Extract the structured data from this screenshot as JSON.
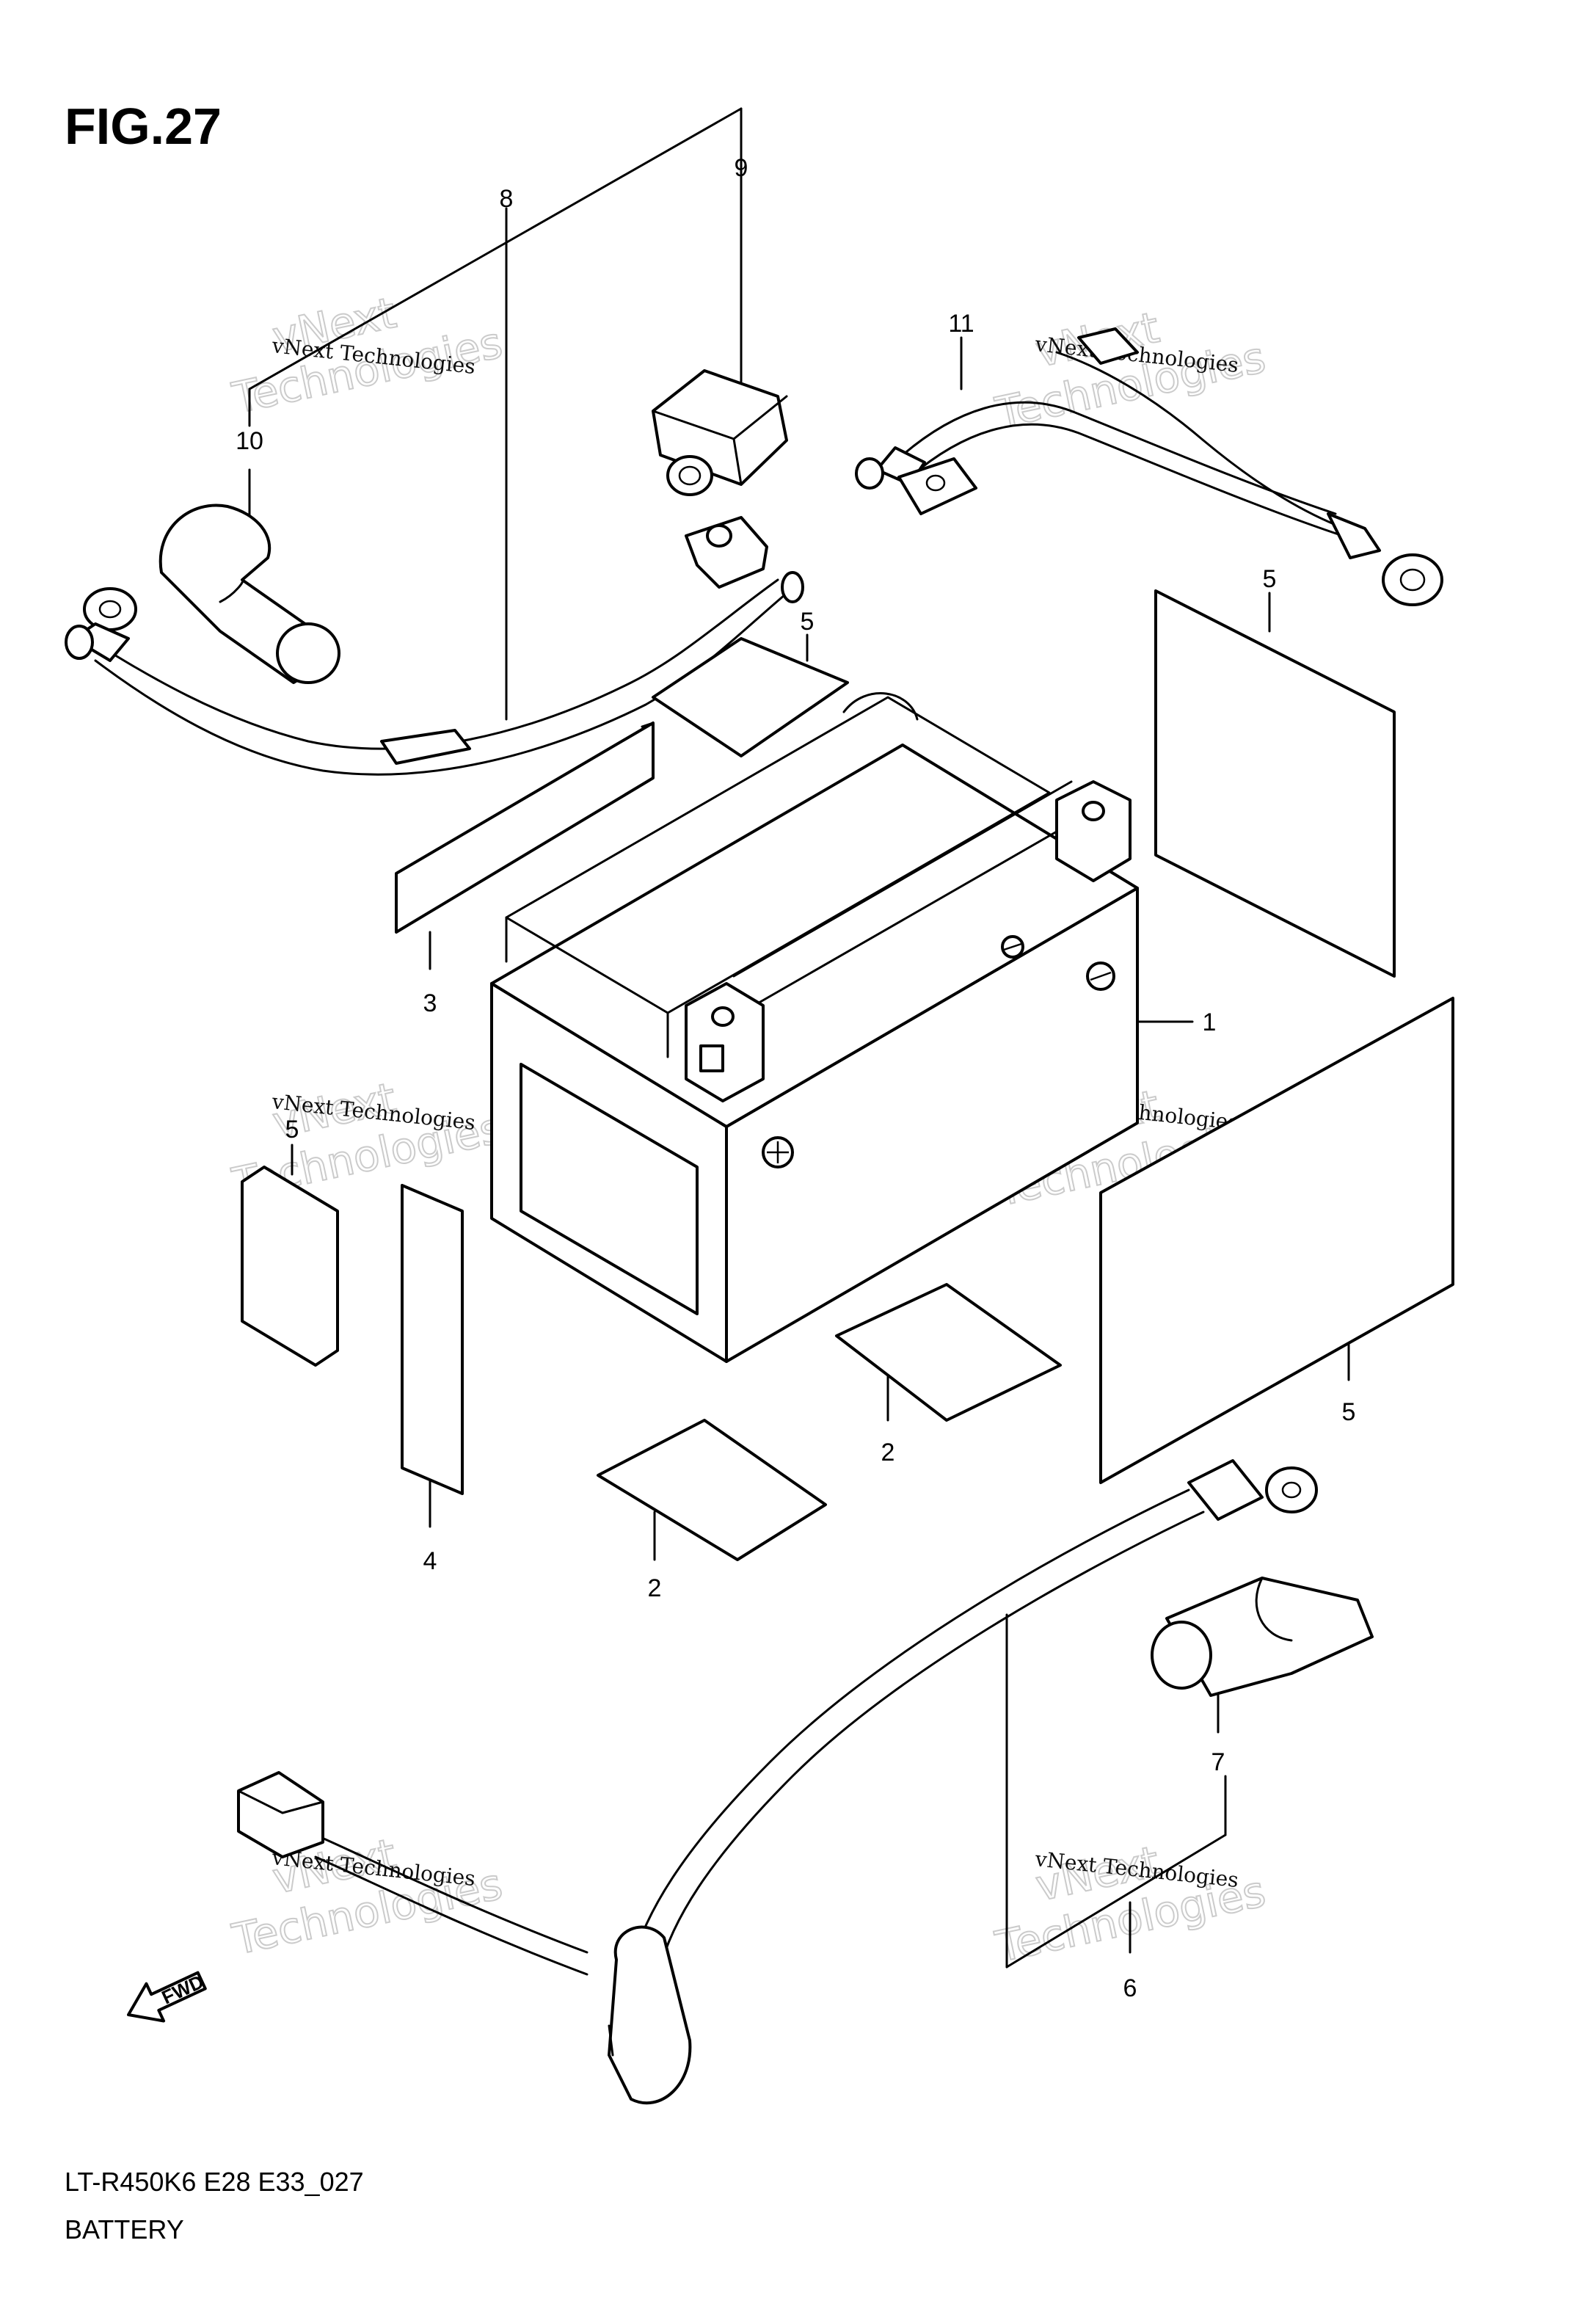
{
  "figure": {
    "title": "FIG.27",
    "model_code": "LT-R450K6 E28 E33_027",
    "caption": "BATTERY"
  },
  "callouts": [
    {
      "id": "c1",
      "label": "1"
    },
    {
      "id": "c2a",
      "label": "2"
    },
    {
      "id": "c2b",
      "label": "2"
    },
    {
      "id": "c3",
      "label": "3"
    },
    {
      "id": "c4",
      "label": "4"
    },
    {
      "id": "c5a",
      "label": "5"
    },
    {
      "id": "c5b",
      "label": "5"
    },
    {
      "id": "c5c",
      "label": "5"
    },
    {
      "id": "c5d",
      "label": "5"
    },
    {
      "id": "c6",
      "label": "6"
    },
    {
      "id": "c7",
      "label": "7"
    },
    {
      "id": "c8",
      "label": "8"
    },
    {
      "id": "c9",
      "label": "9"
    },
    {
      "id": "c10",
      "label": "10"
    },
    {
      "id": "c11",
      "label": "11"
    }
  ],
  "watermark": {
    "small_text": "vNext Technologies",
    "large_line1": "vNext",
    "large_line2": "Technologies"
  },
  "fwd_label": "FWD"
}
